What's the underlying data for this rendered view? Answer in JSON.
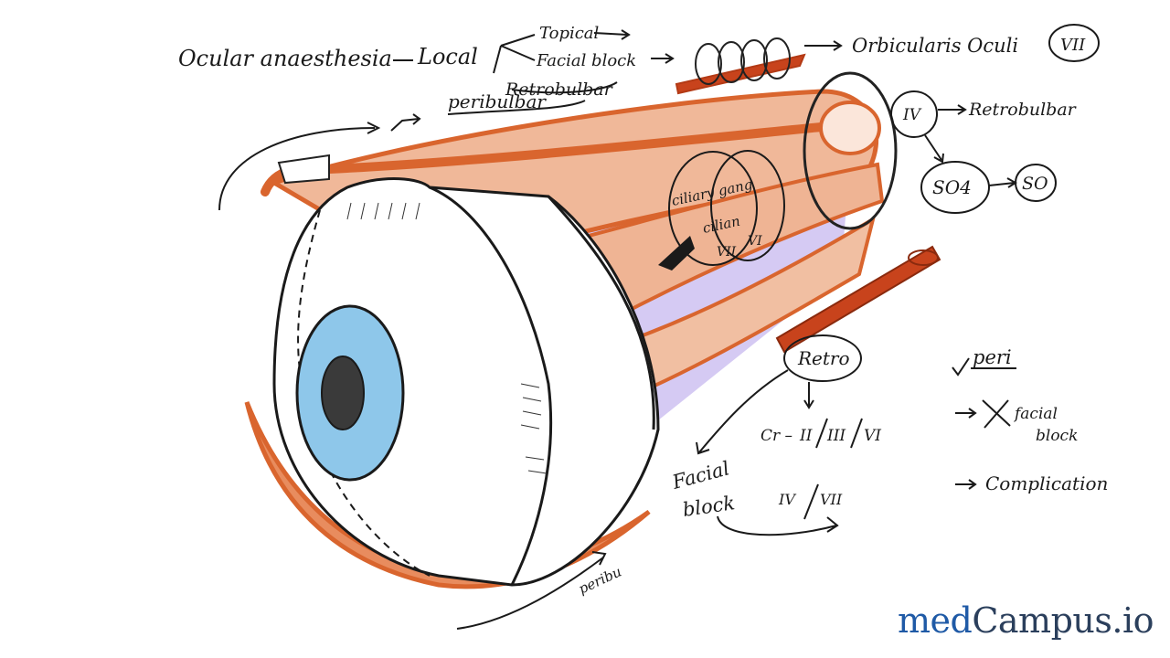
{
  "header": {
    "title": "Ocular anaesthesia",
    "type_label": "Local",
    "options": [
      "Topical",
      "Facial block",
      "Retrobulbar",
      "peribulbar"
    ]
  },
  "nerves": {
    "orbicularis_label": "Orbicularis Oculi",
    "orbicularis_nerve": "VII",
    "trochlear": "IV",
    "retrobulbar": "Retrobulbar",
    "so4": "SO4",
    "so": "SO"
  },
  "inner": {
    "ganglion_line1": "ciliary gang",
    "ganglion_line2": "cilian",
    "nerve_a": "VII",
    "nerve_b": "VI"
  },
  "retro": {
    "label": "Retro",
    "cranial": "Cr –",
    "cranial_nerves": [
      "II",
      "III",
      "VI"
    ],
    "facial_block_line1": "Facial",
    "facial_block_line2": "block",
    "spared": [
      "IV",
      "VII"
    ]
  },
  "peri": {
    "label": "peri",
    "no_facial_line1": "facial",
    "no_facial_line2": "block",
    "complication": "Complication",
    "peribu": "peribu"
  },
  "brand": {
    "part1": "med",
    "part2": "Campus.io"
  },
  "colors": {
    "muscle": "#d9652e",
    "muscle_light": "#e8a07a",
    "iris": "#8ec7ea",
    "pupil": "#3a3a3a",
    "purple": "#b9a6e6",
    "ink": "#1a1a1a"
  }
}
